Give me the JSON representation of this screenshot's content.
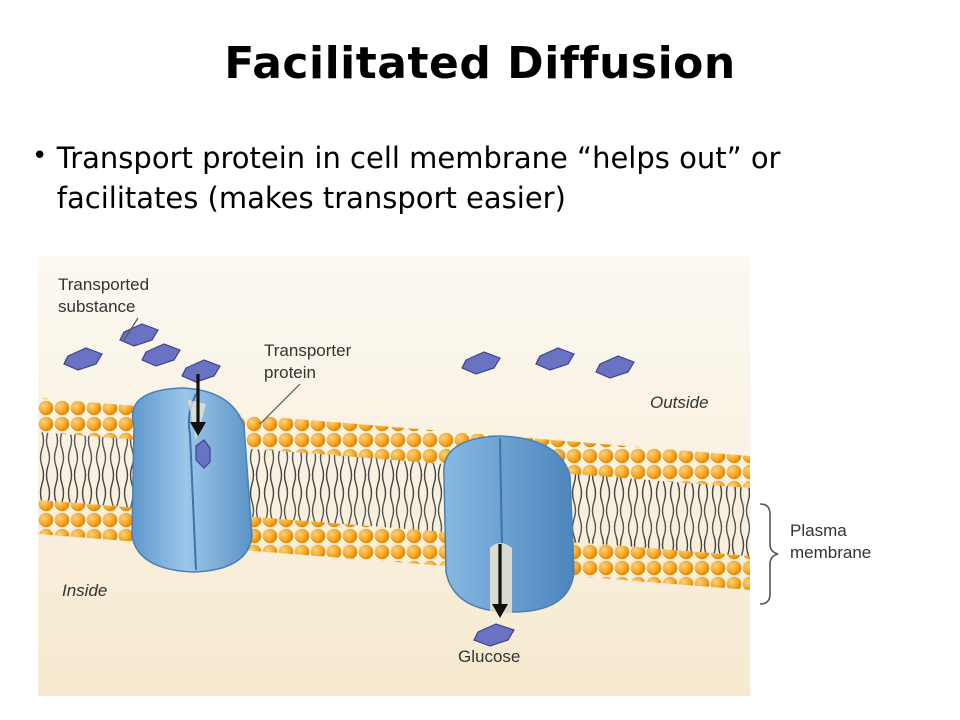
{
  "slide": {
    "title": "Facilitated Diffusion",
    "bullets": [
      {
        "marker": "•",
        "text": "Transport protein in cell membrane “helps out” or facilitates (makes transport easier)"
      }
    ]
  },
  "diagram": {
    "labels": {
      "transported_substance_line1": "Transported",
      "transported_substance_line2": "substance",
      "transporter_protein_line1": "Transporter",
      "transporter_protein_line2": "protein",
      "outside": "Outside",
      "inside": "Inside",
      "plasma_membrane_line1": "Plasma",
      "plasma_membrane_line2": "membrane",
      "glucose": "Glucose"
    },
    "colors": {
      "background_top": "#fbf7ee",
      "background_bottom": "#f7ebd2",
      "phospholipid_head": "#f5a623",
      "phospholipid_head_shade": "#e08a10",
      "lipid_tail": "#444444",
      "protein_blue": "#7fb2dd",
      "protein_blue_dark": "#4f8cc2",
      "molecule": "#6a72c4",
      "arrow": "#111111"
    }
  }
}
